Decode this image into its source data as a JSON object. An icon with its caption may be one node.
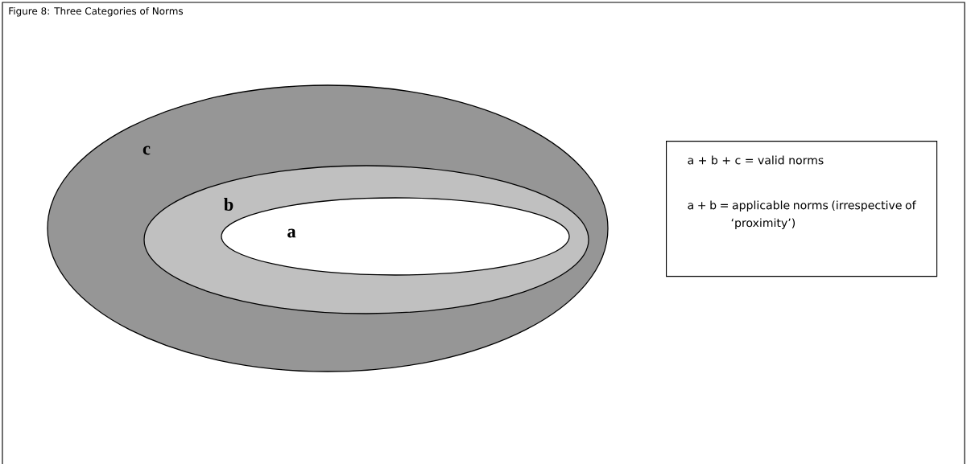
{
  "diagram": {
    "title": "Figure 8: Three Categories of Norms",
    "nodes": [
      {
        "text": [
          "c"
        ]
      },
      {
        "text": [
          "b"
        ],
        "in": 0
      },
      {
        "text": [
          "a"
        ],
        "in": 1
      },
      {
        "text": [
          "a + b + c = valid norms",
          "a + b = applicable norms (irrespective of ‘proximity’)"
        ]
      }
    ]
  }
}
